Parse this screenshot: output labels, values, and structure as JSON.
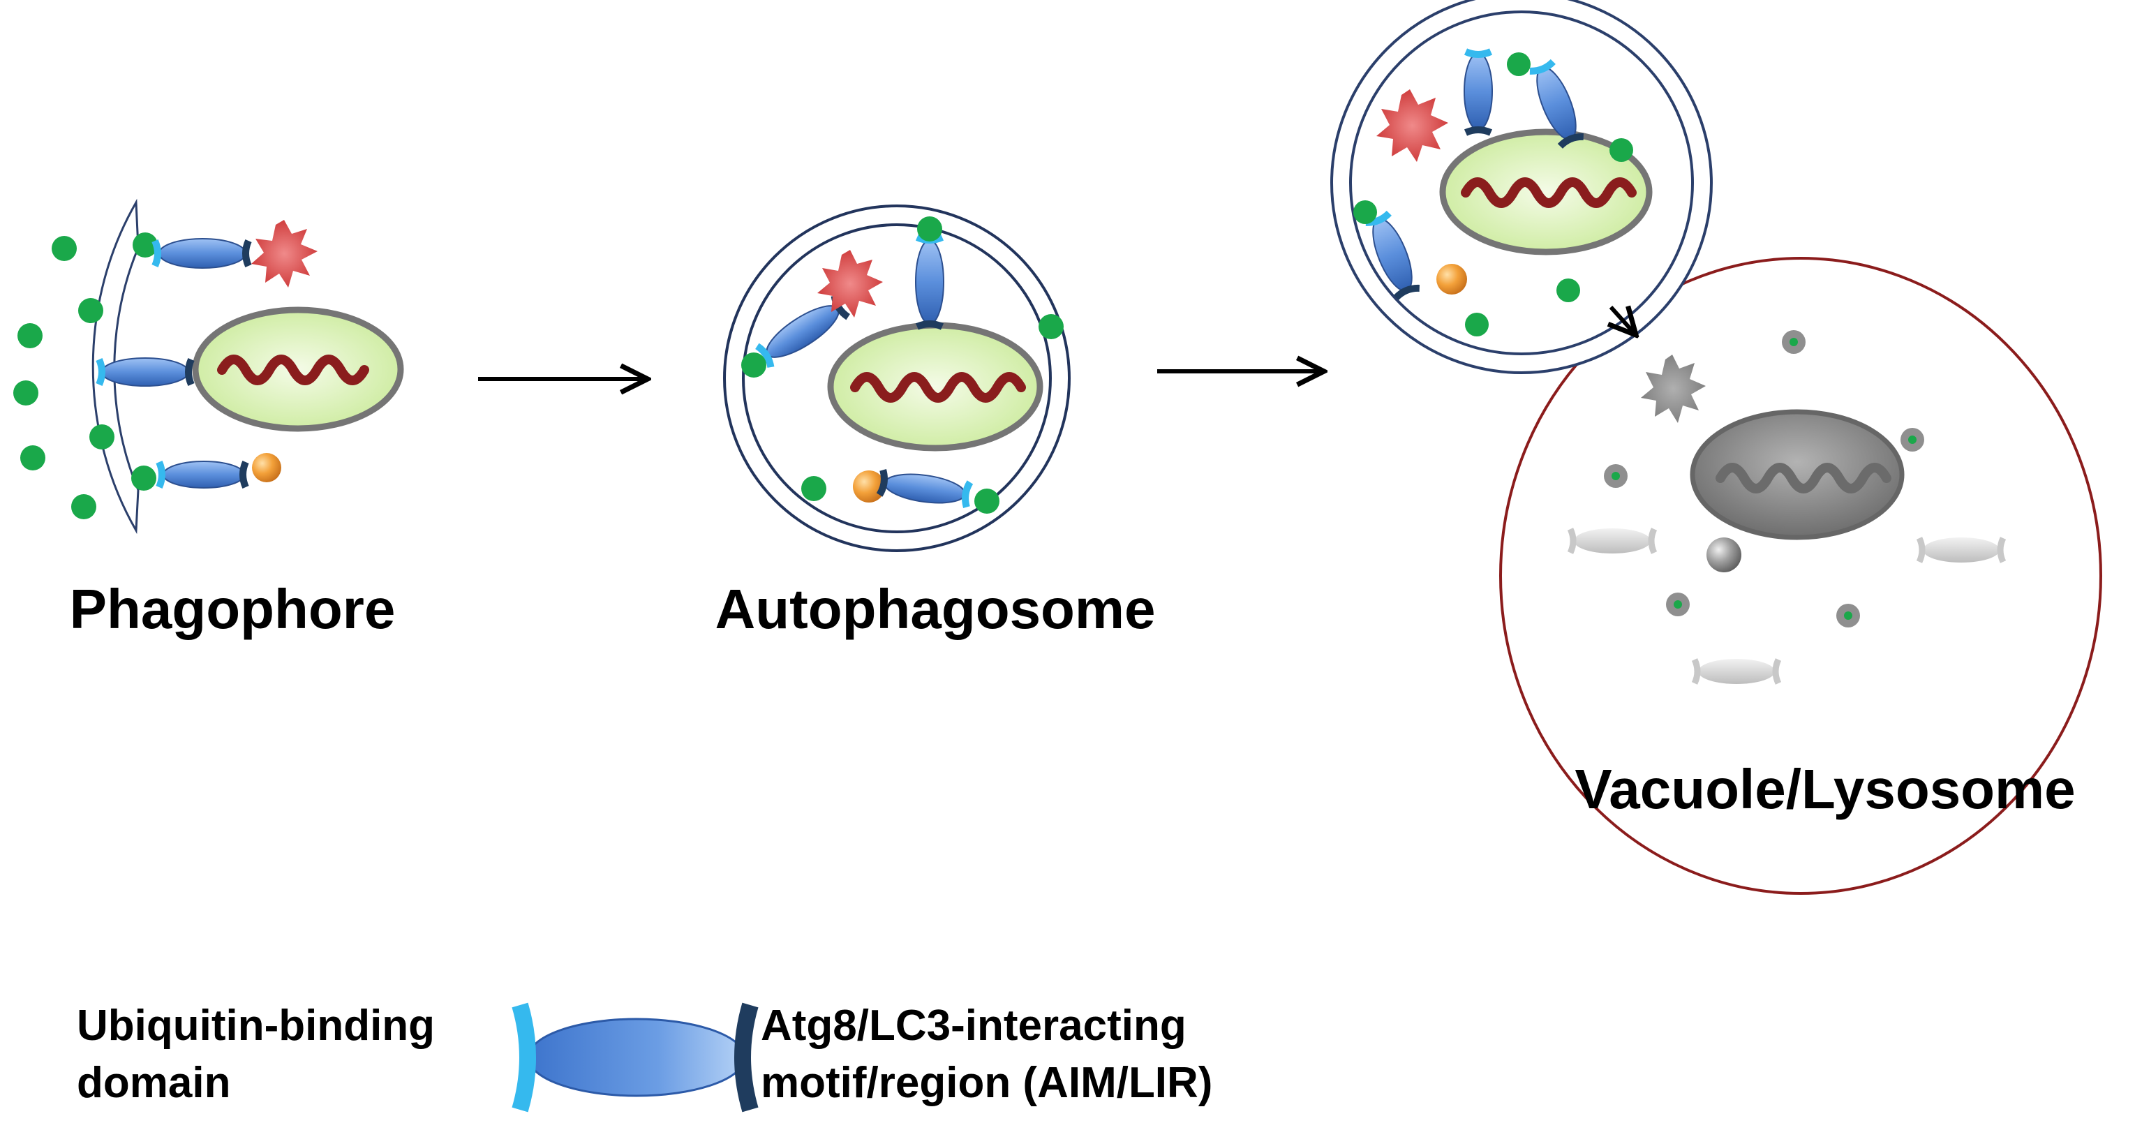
{
  "stages": {
    "phagophore": "Phagophore",
    "autophagosome": "Autophagosome",
    "vacuole": "Vacuole/Lysosome"
  },
  "legend": {
    "left_line1": "Ubiquitin-binding",
    "left_line2": "domain",
    "right_line1": "Atg8/LC3-interacting",
    "right_line2": "motif/region (AIM/LIR)"
  },
  "colors": {
    "atg8_dot": "#1aa84a",
    "receptor": "#4b7fd3",
    "ubiquitin_domain": "#35b9ee",
    "aim_lir": "#1f3c5e",
    "mito_fill": "#d8f0b0",
    "mito_crista": "#8a1d1d",
    "cargo_star": "#d94444",
    "cargo_sphere": "#f0962a",
    "membrane": "#2b3f6b",
    "vacuole_membrane": "#8b1c1c",
    "degraded": "#8f8f8f"
  }
}
